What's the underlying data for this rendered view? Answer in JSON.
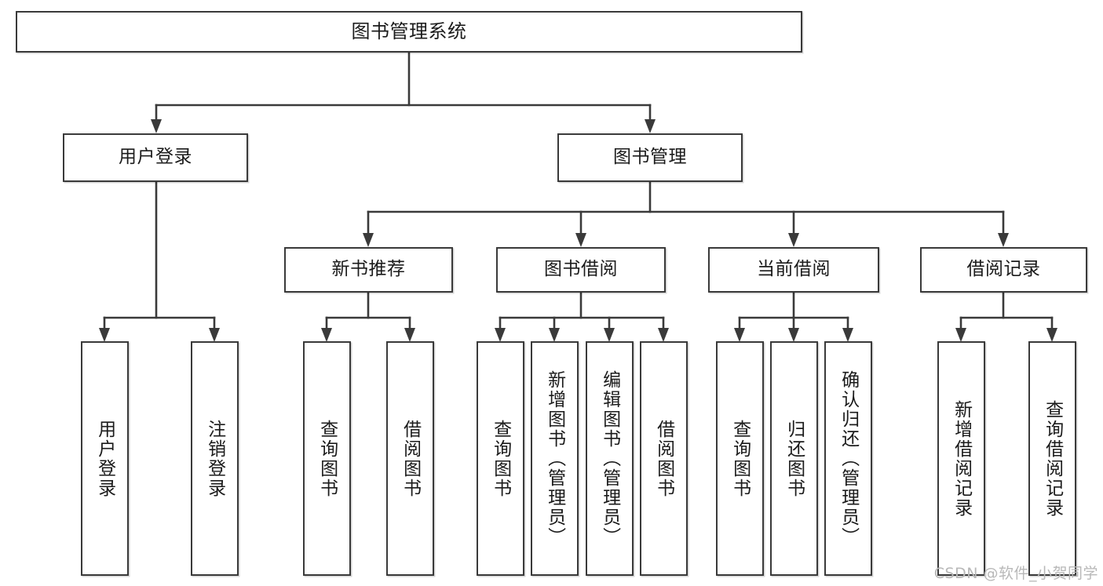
{
  "diagram": {
    "title": "图书管理系统",
    "type": "tree",
    "line_color": "#3a3a3a",
    "box_fill": "#ffffff",
    "text_color": "#1b1b1b",
    "root": {
      "label": "图书管理系统"
    },
    "level1": [
      {
        "label": "用户登录"
      },
      {
        "label": "图书管理"
      }
    ],
    "level2": [
      {
        "label": "新书推荐"
      },
      {
        "label": "图书借阅"
      },
      {
        "label": "当前借阅"
      },
      {
        "label": "借阅记录"
      }
    ],
    "leaves": {
      "user_login": [
        {
          "label": "用户登录"
        },
        {
          "label": "注销登录"
        }
      ],
      "new_book_recommend": [
        {
          "label": "查询图书"
        },
        {
          "label": "借阅图书"
        }
      ],
      "book_borrow": [
        {
          "label": "查询图书"
        },
        {
          "label": "新增图书（管理员）"
        },
        {
          "label": "编辑图书（管理员）"
        },
        {
          "label": "借阅图书"
        }
      ],
      "current_borrow": [
        {
          "label": "查询图书"
        },
        {
          "label": "归还图书"
        },
        {
          "label": "确认归还（管理员）"
        }
      ],
      "borrow_record": [
        {
          "label": "新增借阅记录"
        },
        {
          "label": "查询借阅记录"
        }
      ]
    }
  },
  "watermark": {
    "text": "CSDN @软件_小贺同学"
  }
}
